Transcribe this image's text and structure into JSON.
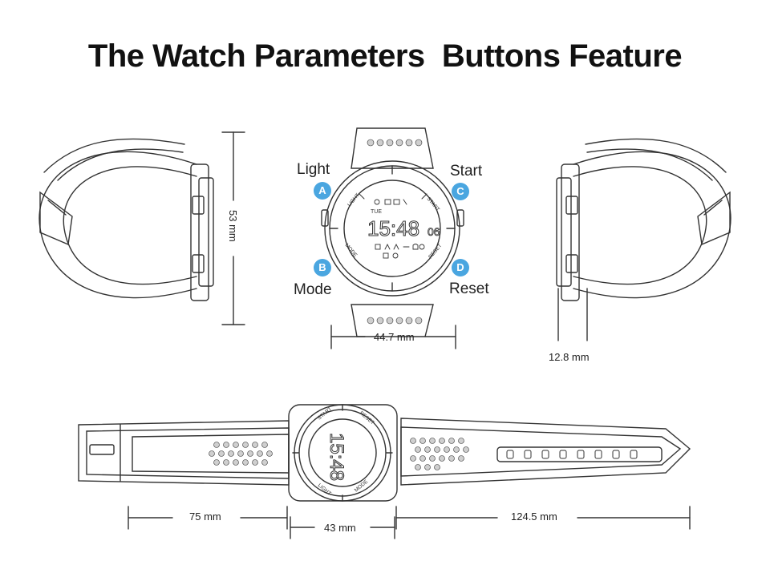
{
  "title": "The Watch Parameters  Buttons Feature",
  "buttons": [
    {
      "letter": "A",
      "name": "Light"
    },
    {
      "letter": "B",
      "name": "Mode"
    },
    {
      "letter": "C",
      "name": "Start"
    },
    {
      "letter": "D",
      "name": "Reset"
    }
  ],
  "dimensions": {
    "height": "53 mm",
    "case_width": "44.7 mm",
    "thickness": "12.8 mm",
    "strap_short": "75 mm",
    "case_diameter": "43 mm",
    "strap_long": "124.5 mm"
  },
  "bezel_labels": {
    "light": "LIGHT",
    "start": "START",
    "mode": "MODE",
    "reset": "RESET"
  },
  "display": {
    "day": "TUE",
    "time": "15:48",
    "seconds": "06"
  },
  "colors": {
    "badge": "#4aa6e0",
    "line": "#333333"
  }
}
